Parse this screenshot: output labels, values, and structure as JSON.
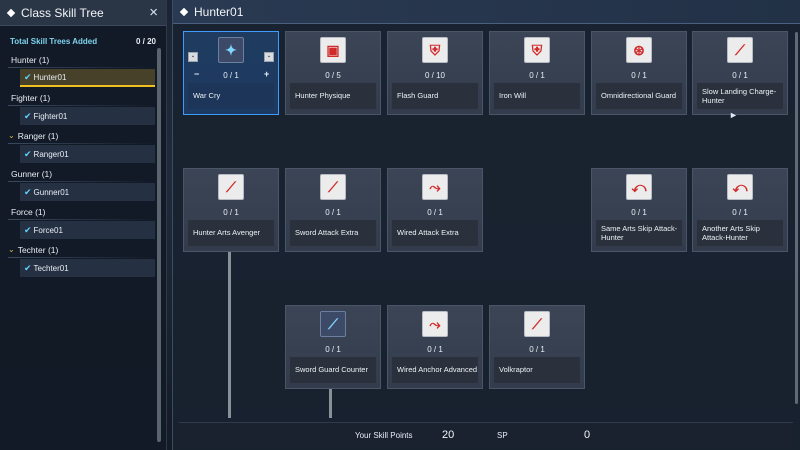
{
  "left_panel": {
    "title": "Class Skill Tree",
    "close_icon": "×",
    "summary_label": "Total Skill Trees Added",
    "summary_count": "0 / 20",
    "classes": [
      {
        "label": "Hunter (1)",
        "marker": "",
        "tree": "Hunter01",
        "selected": true
      },
      {
        "label": "Fighter (1)",
        "marker": "",
        "tree": "Fighter01",
        "selected": false
      },
      {
        "label": "Ranger (1)",
        "marker": "⌄",
        "tree": "Ranger01",
        "selected": false
      },
      {
        "label": "Gunner (1)",
        "marker": "",
        "tree": "Gunner01",
        "selected": false
      },
      {
        "label": "Force (1)",
        "marker": "",
        "tree": "Force01",
        "selected": false
      },
      {
        "label": "Techter (1)",
        "marker": "⌄",
        "tree": "Techter01",
        "selected": false
      }
    ]
  },
  "main_panel": {
    "title": "Hunter01",
    "skills": [
      {
        "name": "War Cry",
        "level": "0 / 1",
        "icon": "war-cry-icon",
        "glyph": "✦",
        "style": "blue",
        "selected": true
      },
      {
        "name": "Hunter Physique",
        "level": "0 / 5",
        "icon": "hunter-physique-icon",
        "glyph": "▣",
        "style": "red",
        "selected": false
      },
      {
        "name": "Flash Guard",
        "level": "0 / 10",
        "icon": "flash-guard-icon",
        "glyph": "⛨",
        "style": "red",
        "selected": false
      },
      {
        "name": "Iron Will",
        "level": "0 / 1",
        "icon": "iron-will-icon",
        "glyph": "⛨",
        "style": "red",
        "selected": false
      },
      {
        "name": "Omnidirectional Guard",
        "level": "0 / 1",
        "icon": "omnidirectional-guard-icon",
        "glyph": "⊛",
        "style": "red",
        "selected": false
      },
      {
        "name": "Slow Landing Charge-Hunter",
        "level": "0 / 1",
        "icon": "slow-landing-icon",
        "glyph": "⟋",
        "style": "red",
        "selected": false
      },
      {
        "name": "Hunter Arts Avenger",
        "level": "0 / 1",
        "icon": "hunter-arts-avenger-icon",
        "glyph": "⟋",
        "style": "red",
        "selected": false
      },
      {
        "name": "Sword Attack Extra",
        "level": "0 / 1",
        "icon": "sword-attack-extra-icon",
        "glyph": "⟋",
        "style": "red",
        "selected": false
      },
      {
        "name": "Wired Attack Extra",
        "level": "0 / 1",
        "icon": "wired-attack-extra-icon",
        "glyph": "⤳",
        "style": "red",
        "selected": false
      },
      {
        "name": "Same Arts Skip Attack-Hunter",
        "level": "0 / 1",
        "icon": "same-arts-skip-icon",
        "glyph": "⤺",
        "style": "red",
        "selected": false
      },
      {
        "name": "Another Arts Skip Attack-Hunter",
        "level": "0 / 1",
        "icon": "another-arts-skip-icon",
        "glyph": "⤺",
        "style": "red",
        "selected": false
      },
      {
        "name": "Sword Guard Counter",
        "level": "0 / 1",
        "icon": "sword-guard-counter-icon",
        "glyph": "⟋",
        "style": "red",
        "selected": false
      },
      {
        "name": "Wired Anchor Advanced",
        "level": "0 / 1",
        "icon": "wired-anchor-advanced-icon",
        "glyph": "⤳",
        "style": "red",
        "selected": false
      },
      {
        "name": "Volkraptor",
        "level": "0 / 1",
        "icon": "volkraptor-icon",
        "glyph": "⟋",
        "style": "red",
        "selected": false
      }
    ],
    "war_cry_controls": {
      "minus": "−",
      "plus": "+"
    },
    "more_arrow": "►",
    "footer": {
      "skill_points_label": "Your Skill Points",
      "skill_points_value": "20",
      "sp_label": "SP",
      "sp_value": "0"
    }
  },
  "colors": {
    "accent": "#3f9cff",
    "selected_tree": "#f0c020",
    "check": "#5fd3ff"
  }
}
